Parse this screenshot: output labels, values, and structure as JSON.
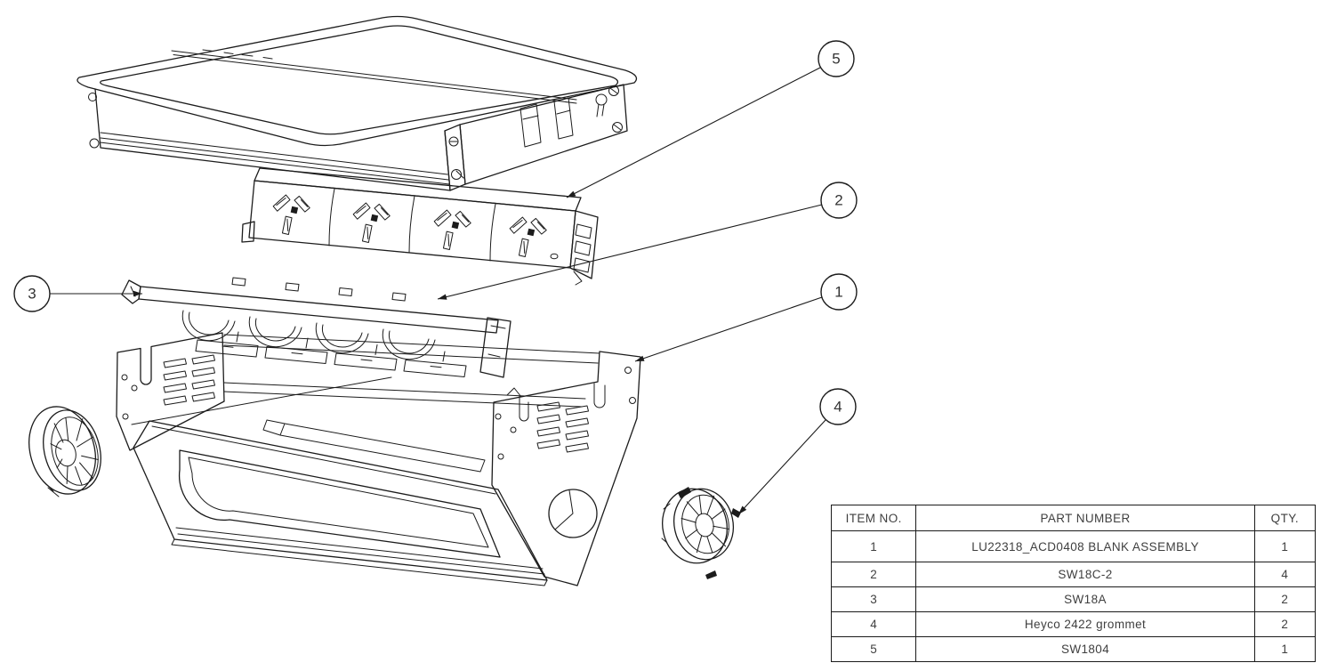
{
  "page": {
    "background_color": "#ffffff",
    "line_color": "#1c1c1c",
    "text_color": "#3f3f3f"
  },
  "drawing": {
    "type": "exploded-assembly-view",
    "callouts": [
      {
        "number": "1",
        "target": "enclosure-housing"
      },
      {
        "number": "2",
        "target": "socket-mounting-rail"
      },
      {
        "number": "3",
        "target": "rail-end-bracket"
      },
      {
        "number": "4",
        "target": "round-grommet"
      },
      {
        "number": "5",
        "target": "power-outlet-strip"
      }
    ]
  },
  "bom": {
    "headers": [
      "ITEM NO.",
      "PART NUMBER",
      "QTY."
    ],
    "rows": [
      {
        "item": "1",
        "part": "LU22318_ACD0408 BLANK ASSEMBLY",
        "qty": "1"
      },
      {
        "item": "2",
        "part": "SW18C-2",
        "qty": "4"
      },
      {
        "item": "3",
        "part": "SW18A",
        "qty": "2"
      },
      {
        "item": "4",
        "part": "Heyco 2422 grommet",
        "qty": "2"
      },
      {
        "item": "5",
        "part": "SW1804",
        "qty": "1"
      }
    ]
  }
}
